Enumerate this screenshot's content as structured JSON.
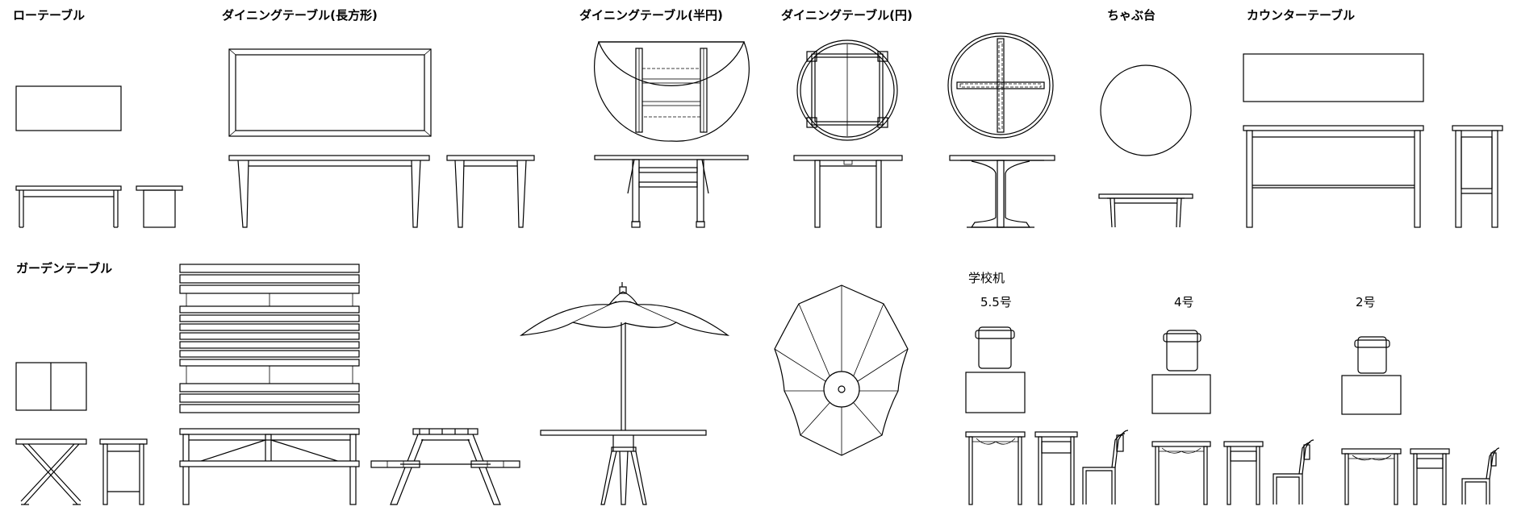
{
  "labels": {
    "low_table": "ローテーブル",
    "dining_rect": "ダイニングテーブル(長方形)",
    "dining_half": "ダイニングテーブル(半円)",
    "dining_round": "ダイニングテーブル(円)",
    "chabudai": "ちゃぶ台",
    "counter": "カウンターテーブル",
    "garden": "ガーデンテーブル",
    "school": "学校机",
    "size_55": "5.5号",
    "size_4": "4号",
    "size_2": "2号"
  },
  "colors": {
    "stroke": "#000000",
    "background": "#ffffff"
  }
}
